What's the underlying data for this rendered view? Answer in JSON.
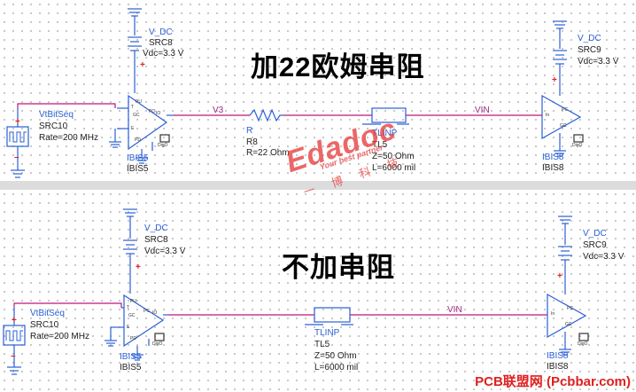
{
  "top": {
    "title": "加22欧姆串阻",
    "vdc_src": {
      "name": "V_DC",
      "id": "SRC8",
      "param": "Vdc=3.3 V"
    },
    "vdc_dst": {
      "name": "V_DC",
      "id": "SRC9",
      "param": "Vdc=3.3 V"
    },
    "bitseq": {
      "name": "VtBitSeq",
      "id": "SRC10",
      "param": "Rate=200 MHz"
    },
    "driver": {
      "id": "IBIS5"
    },
    "receiver": {
      "id": "IBIS8"
    },
    "net_a": "V3",
    "net_b": "VIN",
    "resistor": {
      "name": "R",
      "id": "R8",
      "param": "R=22 Ohm"
    },
    "tline": {
      "name": "TLINP",
      "id": "TL5",
      "z": "Z=50 Ohm",
      "len": "L=6000 mil"
    },
    "digo": "DigO"
  },
  "bottom": {
    "title": "不加串阻",
    "vdc_src": {
      "name": "V_DC",
      "id": "SRC8",
      "param": "Vdc=3.3 V"
    },
    "vdc_dst": {
      "name": "V_DC",
      "id": "SRC9",
      "param": "Vdc=3.3 V"
    },
    "bitseq": {
      "name": "VtBitSeq",
      "id": "SRC10",
      "param": "Rate=200 MHz"
    },
    "driver": {
      "id": "IBIS5"
    },
    "receiver": {
      "id": "IBIS8"
    },
    "net_b": "VIN",
    "tline": {
      "name": "TLINP",
      "id": "TL5",
      "z": "Z=50 Ohm",
      "len": "L=6000 mil"
    },
    "digo": "DigO"
  },
  "pins": {
    "pu": "PU",
    "pd": "PD",
    "gc": "GC",
    "pc": "PC",
    "t": "T",
    "e": "E",
    "io": "IO",
    "in": "In"
  },
  "watermark": {
    "brand": "Edadoc",
    "tagline": "Your best partner",
    "cn": "一博科技"
  },
  "footer": "PCB联盟网 (Pcbbar.com)",
  "colors": {
    "wire": "#c0157a",
    "component": "#2a5fd6",
    "accent": "#e02020"
  }
}
